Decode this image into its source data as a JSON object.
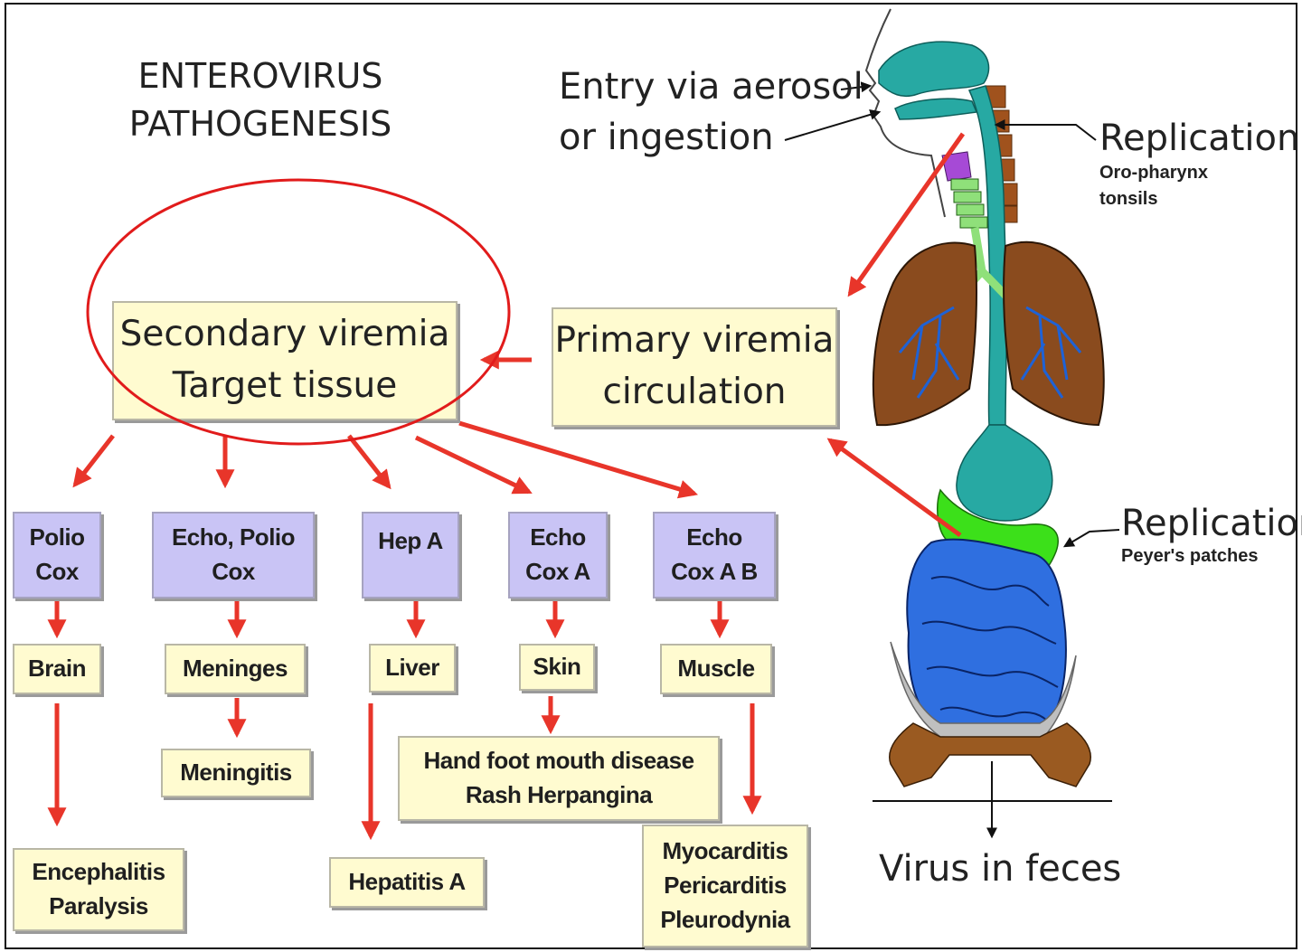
{
  "title": {
    "line1": "ENTEROVIRUS",
    "line2": "PATHOGENESIS"
  },
  "entry": {
    "line1": "Entry via aerosol",
    "line2": "or ingestion"
  },
  "replication_top": {
    "title": "Replication",
    "sub1": "Oro-pharynx",
    "sub2": "tonsils"
  },
  "replication_bottom": {
    "title": "Replication",
    "sub": "Peyer's patches"
  },
  "feces": "Virus in feces",
  "primary": {
    "line1": "Primary viremia",
    "line2": "circulation"
  },
  "secondary": {
    "line1": "Secondary viremia",
    "line2": "Target tissue"
  },
  "viruses": [
    {
      "line1": "Polio",
      "line2": "Cox"
    },
    {
      "line1": "Echo, Polio",
      "line2": "Cox"
    },
    {
      "line1": "Hep A",
      "line2": ""
    },
    {
      "line1": "Echo",
      "line2": "Cox A"
    },
    {
      "line1": "Echo",
      "line2": "Cox A B"
    }
  ],
  "tissues": [
    "Brain",
    "Meninges",
    "Liver",
    "Skin",
    "Muscle"
  ],
  "diseases": {
    "brain": {
      "line1": "Encephalitis",
      "line2": "Paralysis"
    },
    "meninges": "Meningitis",
    "liver": "Hepatitis A",
    "skin": {
      "line1": "Hand foot mouth disease",
      "line2": "Rash Herpangina"
    },
    "muscle": {
      "line1": "Myocarditis",
      "line2": "Pericarditis",
      "line3": "Pleurodynia"
    }
  },
  "colors": {
    "arrow": "#e8352a",
    "ellipse": "#e11b1b",
    "cream_box": "#fffbd0",
    "violet_box": "#c9c4f5",
    "tract": "#27a9a3",
    "lung": "#8a4b1e",
    "intestine": "#2f6fe0",
    "peyers": "#3ce01a",
    "pelvis": "#9a5a21"
  },
  "icons": [
    "enterovirus-anatomy-illustration"
  ]
}
